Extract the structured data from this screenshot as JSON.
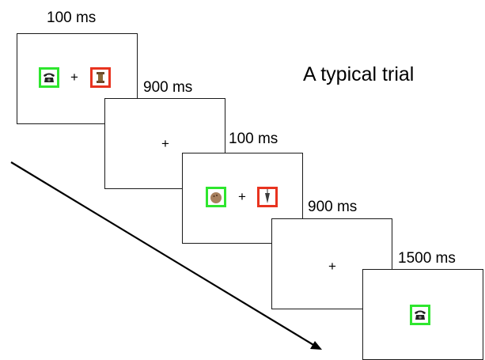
{
  "title": "A typical trial",
  "colors": {
    "target_frame": "#2ee62e",
    "distractor_frame": "#e8331f",
    "screen_border": "#1a1a1a",
    "arrow": "#000000"
  },
  "fixation_symbol": "+",
  "screens": [
    {
      "duration": "100 ms",
      "content": "stimulus-pair",
      "left_icon": "telephone-icon",
      "right_icon": "spool-icon"
    },
    {
      "duration": "900 ms",
      "content": "fixation"
    },
    {
      "duration": "100 ms",
      "content": "stimulus-pair",
      "left_icon": "coconut-icon",
      "right_icon": "plumb-bob-icon"
    },
    {
      "duration": "900 ms",
      "content": "fixation"
    },
    {
      "duration": "1500 ms",
      "content": "response-probe",
      "center_icon": "telephone-icon"
    }
  ]
}
